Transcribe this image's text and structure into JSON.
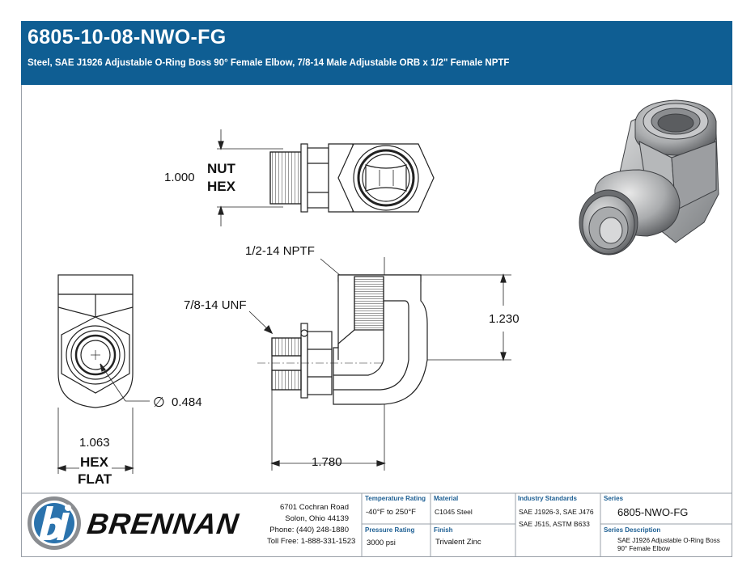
{
  "header": {
    "part_number": "6805-10-08-NWO-FG",
    "description": "Steel, SAE J1926 Adjustable O-Ring Boss 90° Female Elbow, 7/8-14 Male Adjustable ORB x 1/2\" Female NPTF"
  },
  "dimensions": {
    "nut_hex_value": "1.000",
    "nut_hex_label_1": "NUT",
    "nut_hex_label_2": "HEX",
    "npt_thread": "1/2-14 NPTF",
    "unf_thread": "7/8-14 UNF",
    "height": "1.230",
    "length": "1.780",
    "bore_symbol": "∅",
    "bore": "0.484",
    "hex_flat_value": "1.063",
    "hex_flat_label_1": "HEX",
    "hex_flat_label_2": "FLAT"
  },
  "company": {
    "name": "BRENNAN",
    "address_line_1": "6701 Cochran Road",
    "address_line_2": "Solon, Ohio 44139",
    "phone": "Phone: (440) 248-1880",
    "toll_free": "Toll Free: 1-888-331-1523"
  },
  "specs": {
    "temperature_rating_label": "Temperature Rating",
    "temperature_rating": "-40°F to 250°F",
    "pressure_rating_label": "Pressure Rating",
    "pressure_rating": "3000 psi",
    "material_label": "Material",
    "material": "C1045 Steel",
    "finish_label": "Finish",
    "finish": "Trivalent Zinc",
    "industry_standards_label": "Industry Standards",
    "industry_standards_1": "SAE J1926-3, SAE J476",
    "industry_standards_2": "SAE J515, ASTM B633",
    "series_label": "Series",
    "series": "6805-NWO-FG",
    "series_description_label": "Series Description",
    "series_description_1": "SAE J1926 Adjustable O-Ring Boss",
    "series_description_2": "90° Female Elbow"
  },
  "colors": {
    "brand_blue": "#0f5e93",
    "label_blue": "#1d5f93",
    "logo_blue": "#2b73ad",
    "logo_grey": "#8a8d91"
  }
}
